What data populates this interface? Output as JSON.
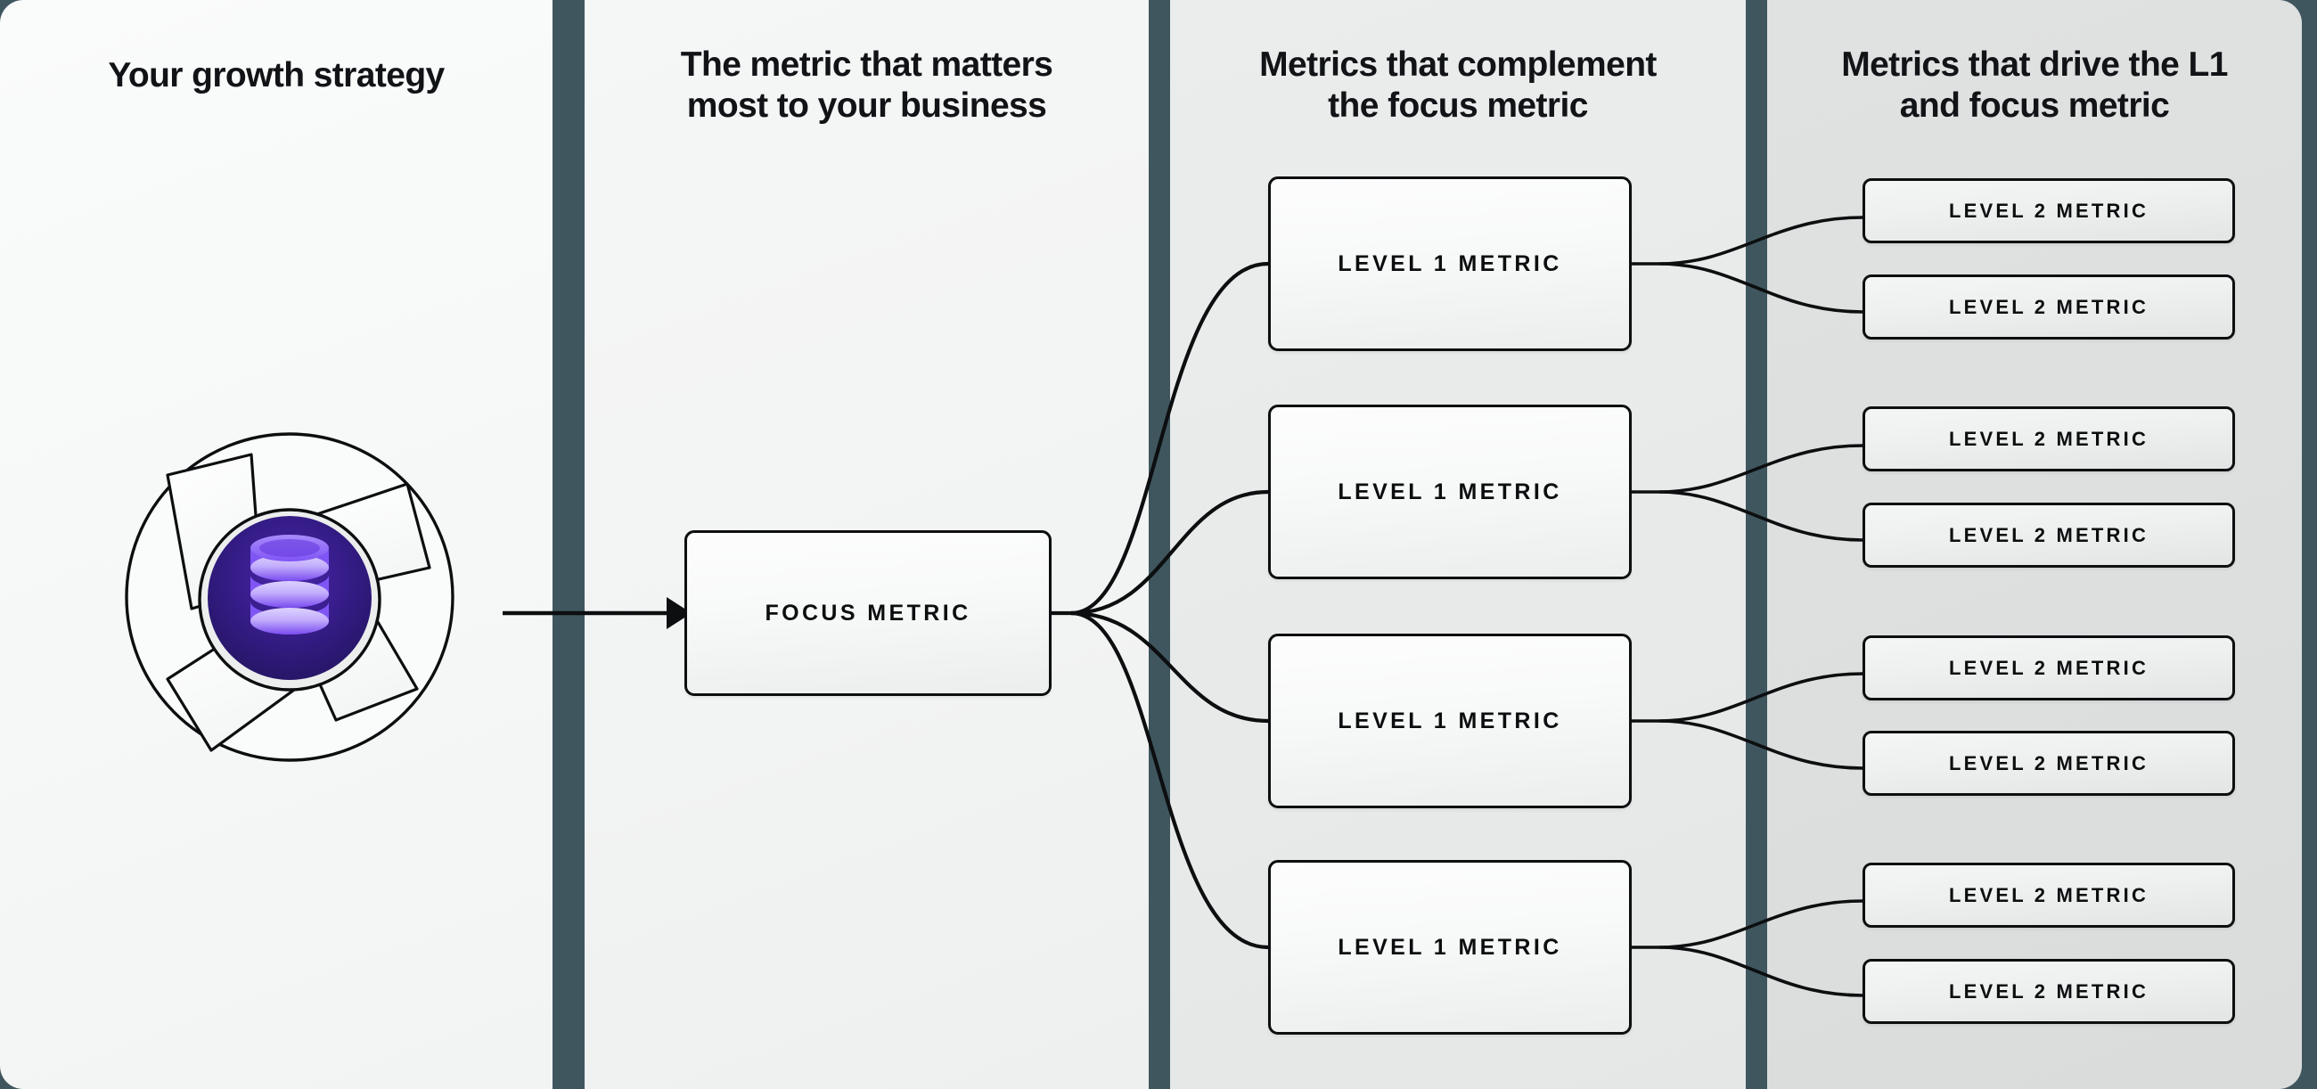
{
  "page": {
    "background_color": "#3f565e",
    "divider_color": "#4b6670"
  },
  "columns": [
    {
      "id": "strategy",
      "title": "Your growth strategy",
      "background_color": "#f7f9f9"
    },
    {
      "id": "focus",
      "title": "The metric that matters\nmost to your business",
      "title_line1": "The metric that matters",
      "title_line2": "most to your business",
      "background_color": "#f2f3f3"
    },
    {
      "id": "level1",
      "title": "Metrics that complement\nthe focus metric",
      "title_line1": "Metrics that complement",
      "title_line2": "the focus metric",
      "background_color": "#e8eaea"
    },
    {
      "id": "level2",
      "title": "Metrics that drive the L1\nand focus metric",
      "title_line1": "Metrics that drive the L1",
      "title_line2": "and focus metric",
      "background_color": "#dedfdf"
    }
  ],
  "strategy_graphic": {
    "icon": "database-icon",
    "outer_shape": "aperture-circle",
    "core_color_outer": "#2a1a6e",
    "core_color_inner": "#3b1f8f",
    "database_color_light": "#c9b6fb",
    "database_color_mid": "#7c4dfa",
    "database_color_dark": "#5b2fd4",
    "stroke_color": "#0c0e10",
    "blade_fill": "#fbfcfc"
  },
  "nodes": {
    "focus": {
      "label": "FOCUS METRIC"
    },
    "level1": [
      {
        "label": "LEVEL 1 METRIC"
      },
      {
        "label": "LEVEL 1 METRIC"
      },
      {
        "label": "LEVEL 1 METRIC"
      },
      {
        "label": "LEVEL 1 METRIC"
      }
    ],
    "level2": [
      {
        "label": "LEVEL 2 METRIC"
      },
      {
        "label": "LEVEL 2 METRIC"
      },
      {
        "label": "LEVEL 2 METRIC"
      },
      {
        "label": "LEVEL 2 METRIC"
      },
      {
        "label": "LEVEL 2 METRIC"
      },
      {
        "label": "LEVEL 2 METRIC"
      },
      {
        "label": "LEVEL 2 METRIC"
      },
      {
        "label": "LEVEL 2 METRIC"
      }
    ]
  }
}
